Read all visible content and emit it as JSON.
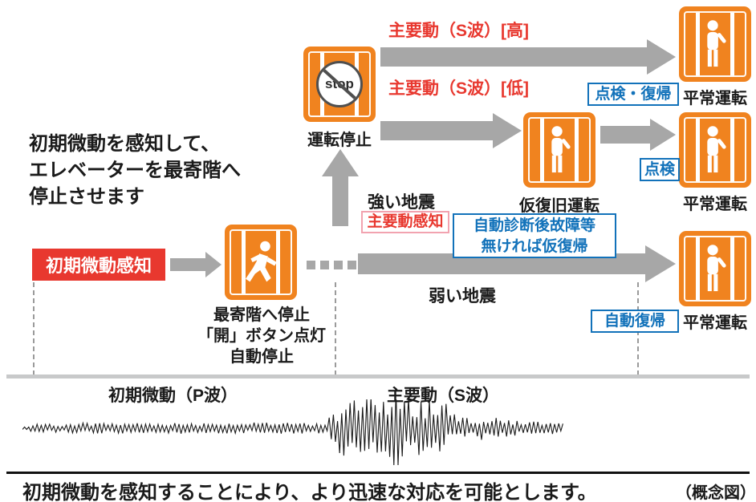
{
  "colors": {
    "elevator_orange": "#F0831F",
    "alert_red": "#E8382F",
    "info_blue": "#1272BA",
    "arrow_gray": "#A7A7A7"
  },
  "intro": {
    "line1": "初期微動を感知して、",
    "line2": "エレベーターを最寄階へ",
    "line3": "停止させます"
  },
  "flow": {
    "initial_detection": "初期微動感知",
    "stop_label": "運転停止",
    "stop_icon_text": "stop",
    "nearest_line1": "最寄階へ停止",
    "nearest_line2": "「開」ボタン点灯",
    "nearest_line3": "自動停止",
    "temp_recovery": "仮復旧運転",
    "normal_top": "平常運転",
    "normal_mid": "平常運転",
    "normal_bottom": "平常運転",
    "s_wave_high": "主要動（S波）[高]",
    "s_wave_low": "主要動（S波）[低]",
    "strong_quake": "強い地震",
    "main_motion_detected": "主要動感知",
    "weak_quake": "弱い地震",
    "inspection_return": "点検・復帰",
    "inspection": "点検",
    "auto_return": "自動復帰",
    "auto_diagnosis_line1": "自動診断後故障等",
    "auto_diagnosis_line2": "無ければ仮復帰"
  },
  "waveform": {
    "p_wave_label": "初期微動（P波）",
    "s_wave_label": "主要動（S波）"
  },
  "footer": {
    "caption": "初期微動を感知することにより、より迅速な対応を可能とします。",
    "note": "（概念図）"
  }
}
